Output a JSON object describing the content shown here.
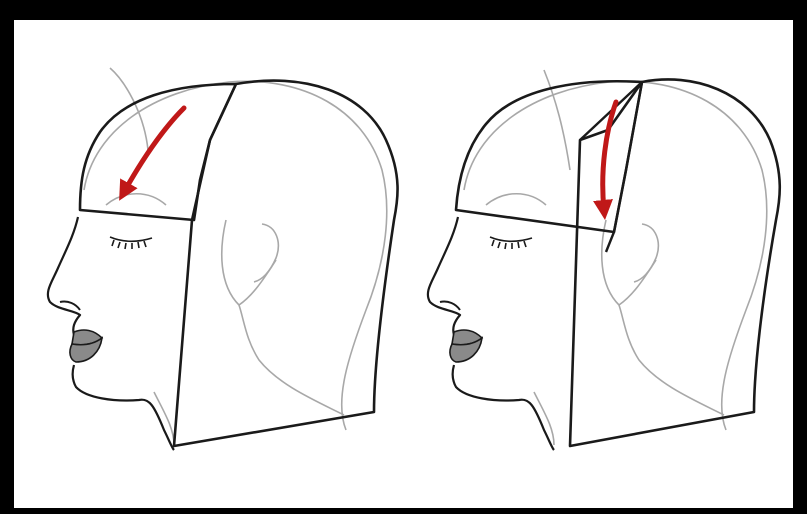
{
  "colors": {
    "frame": "#000000",
    "background": "#ffffff",
    "outline_dark": "#1a1a1a",
    "outline_light": "#a8a8a8",
    "arrow": "#c01818",
    "lips": "#8a8a8a"
  },
  "figures": [
    {
      "name": "left-head",
      "description_icon": "head-profile-icon",
      "arrow_direction": "diagonal-forward"
    },
    {
      "name": "right-head",
      "description_icon": "head-profile-icon",
      "arrow_direction": "downward"
    }
  ]
}
